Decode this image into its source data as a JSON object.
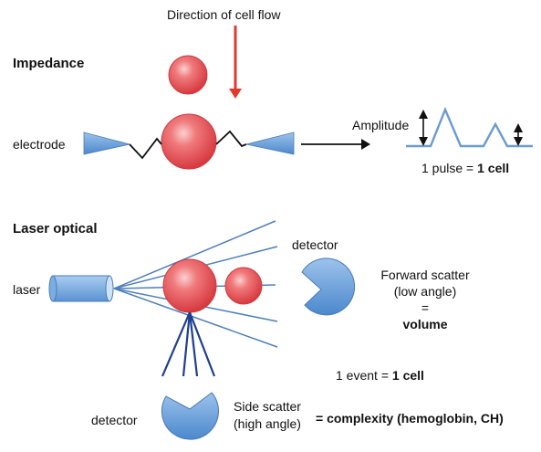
{
  "impedance": {
    "heading": "Impedance",
    "flow_label": "Direction of cell flow",
    "electrode_label": "electrode",
    "amplitude_label": "Amplitude",
    "pulse_prefix": "1 pulse = ",
    "pulse_bold": "1 cell"
  },
  "laser_optical": {
    "heading": "Laser optical",
    "laser_label": "laser",
    "detector_top_label": "detector",
    "forward_line1": "Forward scatter",
    "forward_line2": "(low angle)",
    "forward_eq": "=",
    "forward_bold": "volume",
    "event_prefix": "1 event = ",
    "event_bold": "1 cell",
    "detector_bottom_label": "detector",
    "side_line1": "Side scatter",
    "side_line2": "(high angle)",
    "side_bold": "= complexity (hemoglobin, CH)"
  },
  "colors": {
    "cell_red": "#e8474d",
    "flow_arrow": "#e03a2f",
    "electrode_blue": "#5b9bd5",
    "laser_line": "#4f7fb8",
    "side_line": "#1f3f8f"
  }
}
